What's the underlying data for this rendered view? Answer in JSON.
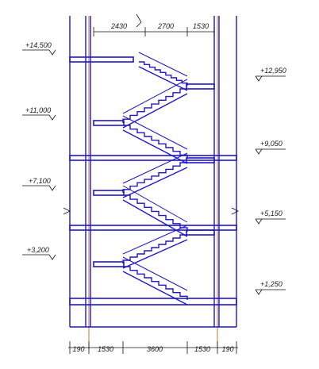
{
  "colors": {
    "structure": "#1f17c8",
    "dim": "#111111",
    "axis": "#c87a2a",
    "background": "#ffffff"
  },
  "top_dimensions": [
    "2430",
    "2700",
    "1530"
  ],
  "bottom_dimensions": [
    "190",
    "1530",
    "3600",
    "1530",
    "190"
  ],
  "levels_left": [
    "+14,500",
    "+11,000",
    "+7,100",
    "+3,200"
  ],
  "levels_right": [
    "+12,950",
    "+9,050",
    "+5,150",
    "+1,250"
  ]
}
